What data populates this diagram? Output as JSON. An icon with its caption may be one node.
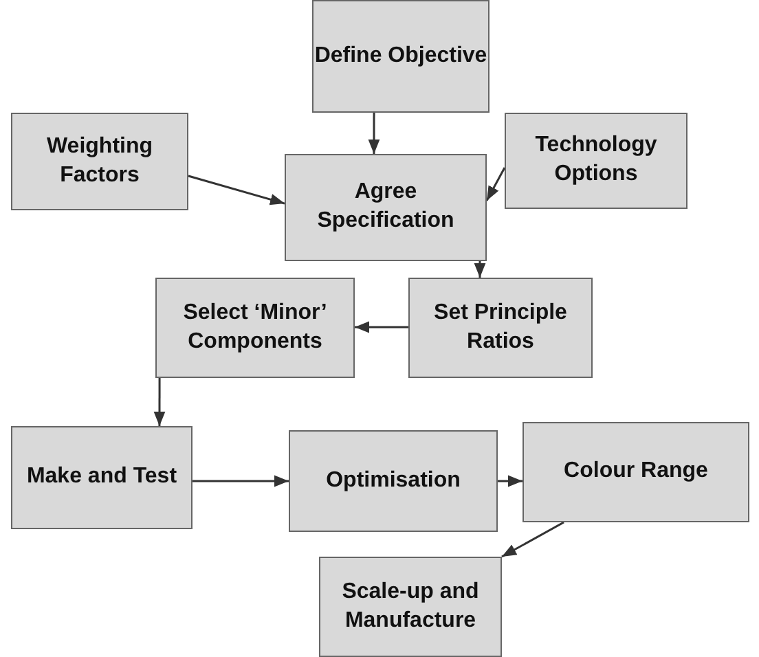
{
  "diagram": {
    "nodes": [
      {
        "text": [
          "Define Objective"
        ]
      },
      {
        "text": [
          "Weighting Factors"
        ]
      },
      {
        "text": [
          "Agree Specification"
        ]
      },
      {
        "text": [
          "Technology Options"
        ]
      },
      {
        "text": [
          "Select ‘Minor’ Components"
        ]
      },
      {
        "text": [
          "Set Principle Ratios"
        ]
      },
      {
        "text": [
          "Make and Test"
        ]
      },
      {
        "text": [
          "Optimisation"
        ]
      },
      {
        "text": [
          "Colour Range"
        ]
      },
      {
        "text": [
          "Scale-up and Manufacture"
        ]
      }
    ],
    "edges": [
      {
        "from": 0,
        "to": 2,
        "arrow": "to"
      },
      {
        "from": 1,
        "to": 2,
        "arrow": "to"
      },
      {
        "from": 3,
        "to": 2,
        "arrow": "to"
      },
      {
        "from": 2,
        "to": 5,
        "arrow": "to"
      },
      {
        "from": 5,
        "to": 4,
        "arrow": "to"
      },
      {
        "from": 4,
        "to": 6,
        "arrow": "to"
      },
      {
        "from": 6,
        "to": 7,
        "arrow": "to"
      },
      {
        "from": 7,
        "to": 8,
        "arrow": "to"
      },
      {
        "from": 8,
        "to": 9,
        "arrow": "to"
      }
    ]
  }
}
